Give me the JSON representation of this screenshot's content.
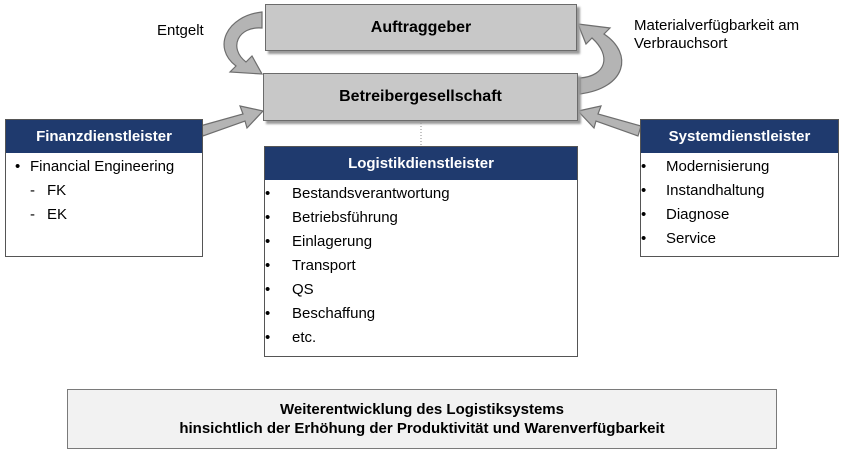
{
  "top_box": {
    "label": "Auftraggeber"
  },
  "operator_box": {
    "label": "Betreibergesellschaft"
  },
  "left_annotation": "Entgelt",
  "right_annotation": {
    "line1": "Materialverfügbarkeit am",
    "line2": "Verbrauchsort"
  },
  "finance": {
    "title": "Finanzdienstleister",
    "items": [
      {
        "marker": "•",
        "text": "Financial Engineering"
      },
      {
        "marker": "-",
        "text": "FK"
      },
      {
        "marker": "-",
        "text": "EK"
      }
    ]
  },
  "logistics": {
    "title": "Logistikdienstleister",
    "items": [
      "Bestandsverantwortung",
      "Betriebsführung",
      "Einlagerung",
      "Transport",
      "QS",
      "Beschaffung",
      "etc."
    ]
  },
  "system": {
    "title": "Systemdienstleister",
    "items": [
      "Modernisierung",
      "Instandhaltung",
      "Diagnose",
      "Service"
    ]
  },
  "footer": {
    "line1": "Weiterentwicklung des Logistiksystems",
    "line2": "hinsichtlich der Erhöhung der Produktivität und Warenverfügbarkeit"
  },
  "colors": {
    "header_bg": "#1f3a6e",
    "box_gray": "#c8c8c8",
    "arrow_fill": "#b4b4b4",
    "arrow_stroke": "#6e6e6e",
    "footer_bg": "#f2f2f2"
  }
}
